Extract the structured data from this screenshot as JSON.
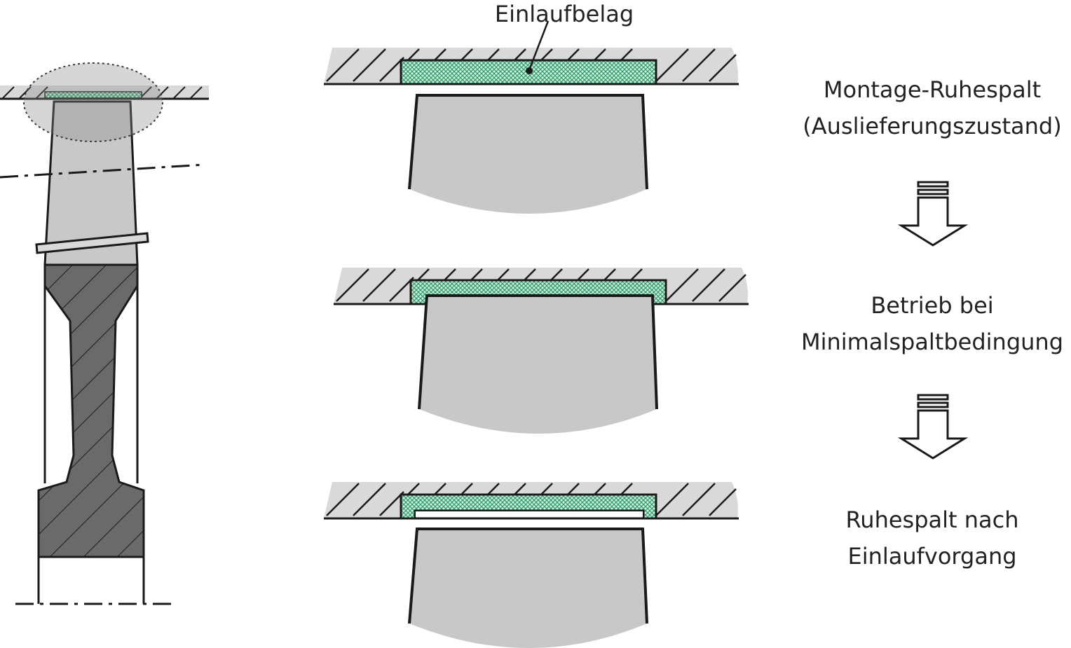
{
  "callout": {
    "text": "Einlaufbelag"
  },
  "states": [
    {
      "line1": "Montage-Ruhespalt",
      "line2": "(Auslieferungszustand)"
    },
    {
      "line1": "Betrieb bei",
      "line2": "Minimalspaltbedingung"
    },
    {
      "line1": "Ruhespalt nach",
      "line2": "Einlaufvorgang"
    }
  ],
  "colors": {
    "casing": "#d9d9d9",
    "blade": "#c8c8c8",
    "disk": "#6a6a6a",
    "coating": "#2e9e6a",
    "outline": "#1a1a1a"
  },
  "icons": [
    "down-arrow-icon",
    "down-arrow-icon"
  ]
}
